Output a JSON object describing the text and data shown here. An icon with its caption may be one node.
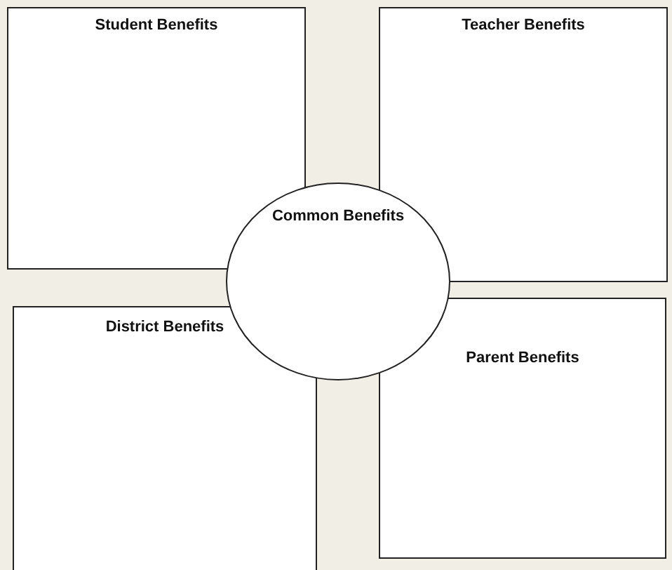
{
  "diagram": {
    "nodes": [
      {
        "text": [
          "Student Benefits"
        ]
      },
      {
        "text": [
          "Teacher Benefits"
        ]
      },
      {
        "text": [
          "District Benefits"
        ]
      },
      {
        "text": [
          "Parent Benefits"
        ]
      },
      {
        "text": [
          "Common Benefits"
        ]
      }
    ]
  }
}
